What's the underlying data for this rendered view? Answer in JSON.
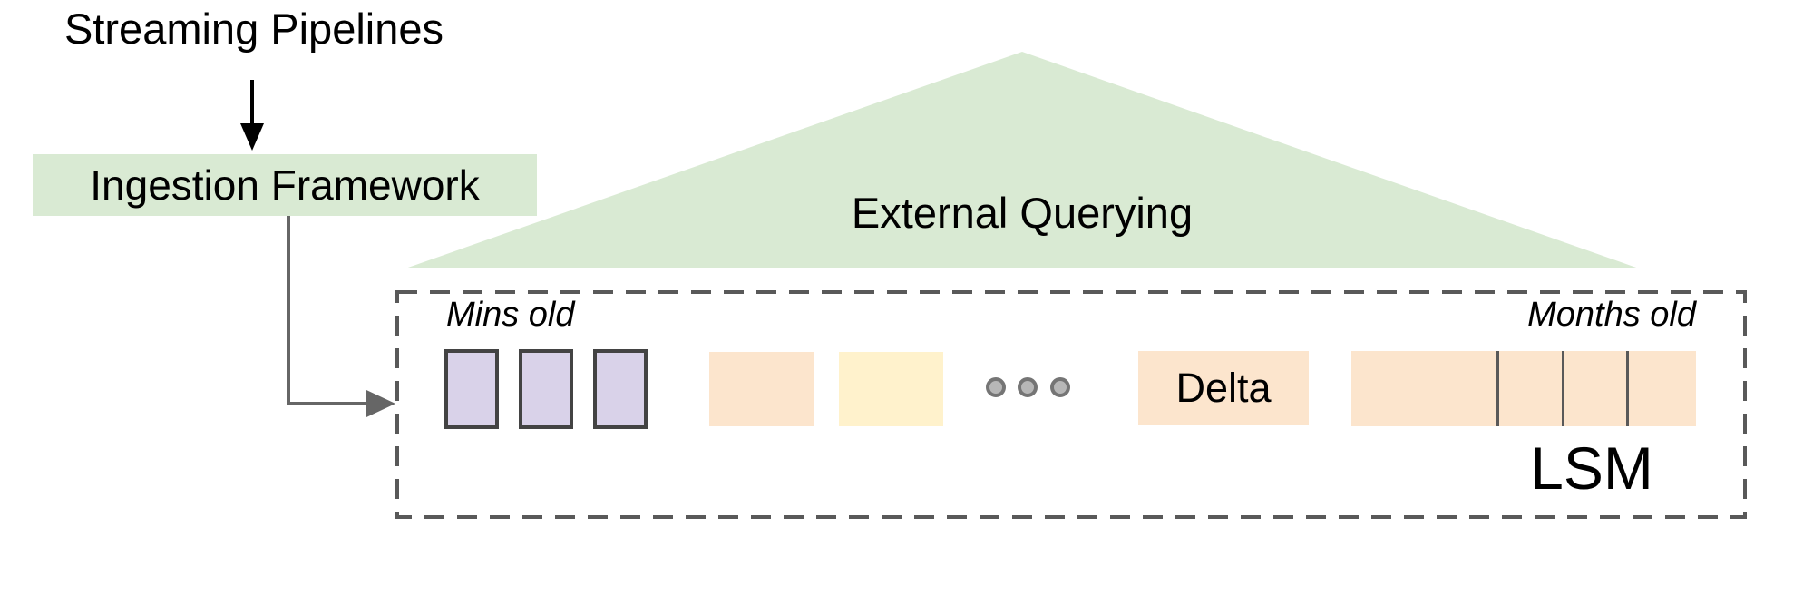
{
  "diagram": {
    "streaming_pipelines_label": "Streaming Pipelines",
    "ingestion_framework_label": "Ingestion Framework",
    "external_querying_label": "External Querying",
    "storage_box": {
      "mins_old_label": "Mins old",
      "months_old_label": "Months old",
      "delta_label": "Delta",
      "lsm_label": "LSM",
      "memtable_count": 3,
      "ellipsis_dot_count": 3,
      "lsm_segment_count": 4
    }
  },
  "colors": {
    "green": "#d9ead3",
    "purple": "#d9d2e9",
    "purple_border": "#434343",
    "orange": "#fce5cd",
    "yellow": "#fff2cc",
    "gray_line": "#666666",
    "dash_border": "#595959",
    "dot_fill": "#b7b7b7",
    "dot_ring": "#757575",
    "text": "#000000"
  }
}
